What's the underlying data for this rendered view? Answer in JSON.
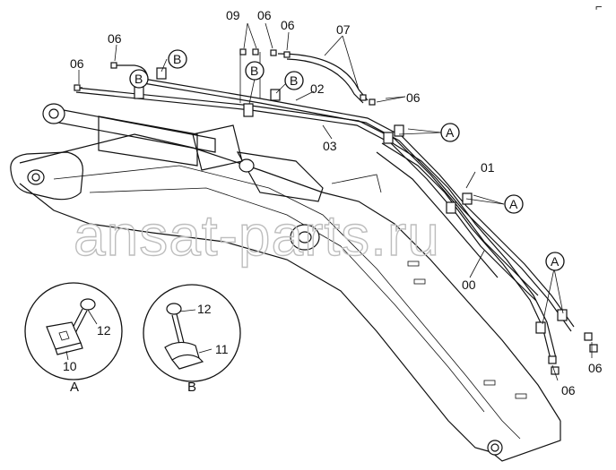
{
  "watermark": "ansat-parts.ru",
  "corner_mark": "⌐",
  "part_labels": {
    "p09": "09",
    "p06_top_a": "06",
    "p06_top_b": "06",
    "p07": "07",
    "p06_left_a": "06",
    "p06_left_b": "06",
    "p02": "02",
    "p03": "03",
    "p06_right": "06",
    "p01": "01",
    "p00": "00",
    "p06_bottom_a": "06",
    "p06_bottom_b": "06"
  },
  "callouts": {
    "b_left": "B",
    "b_mid": "B",
    "b_top": "B",
    "b_right": "B",
    "a_upper": "A",
    "a_middle": "A",
    "a_lower": "A"
  },
  "detail_a": {
    "title": "A",
    "part_12": "12",
    "part_10": "10"
  },
  "detail_b": {
    "title": "B",
    "part_12": "12",
    "part_11": "11"
  }
}
